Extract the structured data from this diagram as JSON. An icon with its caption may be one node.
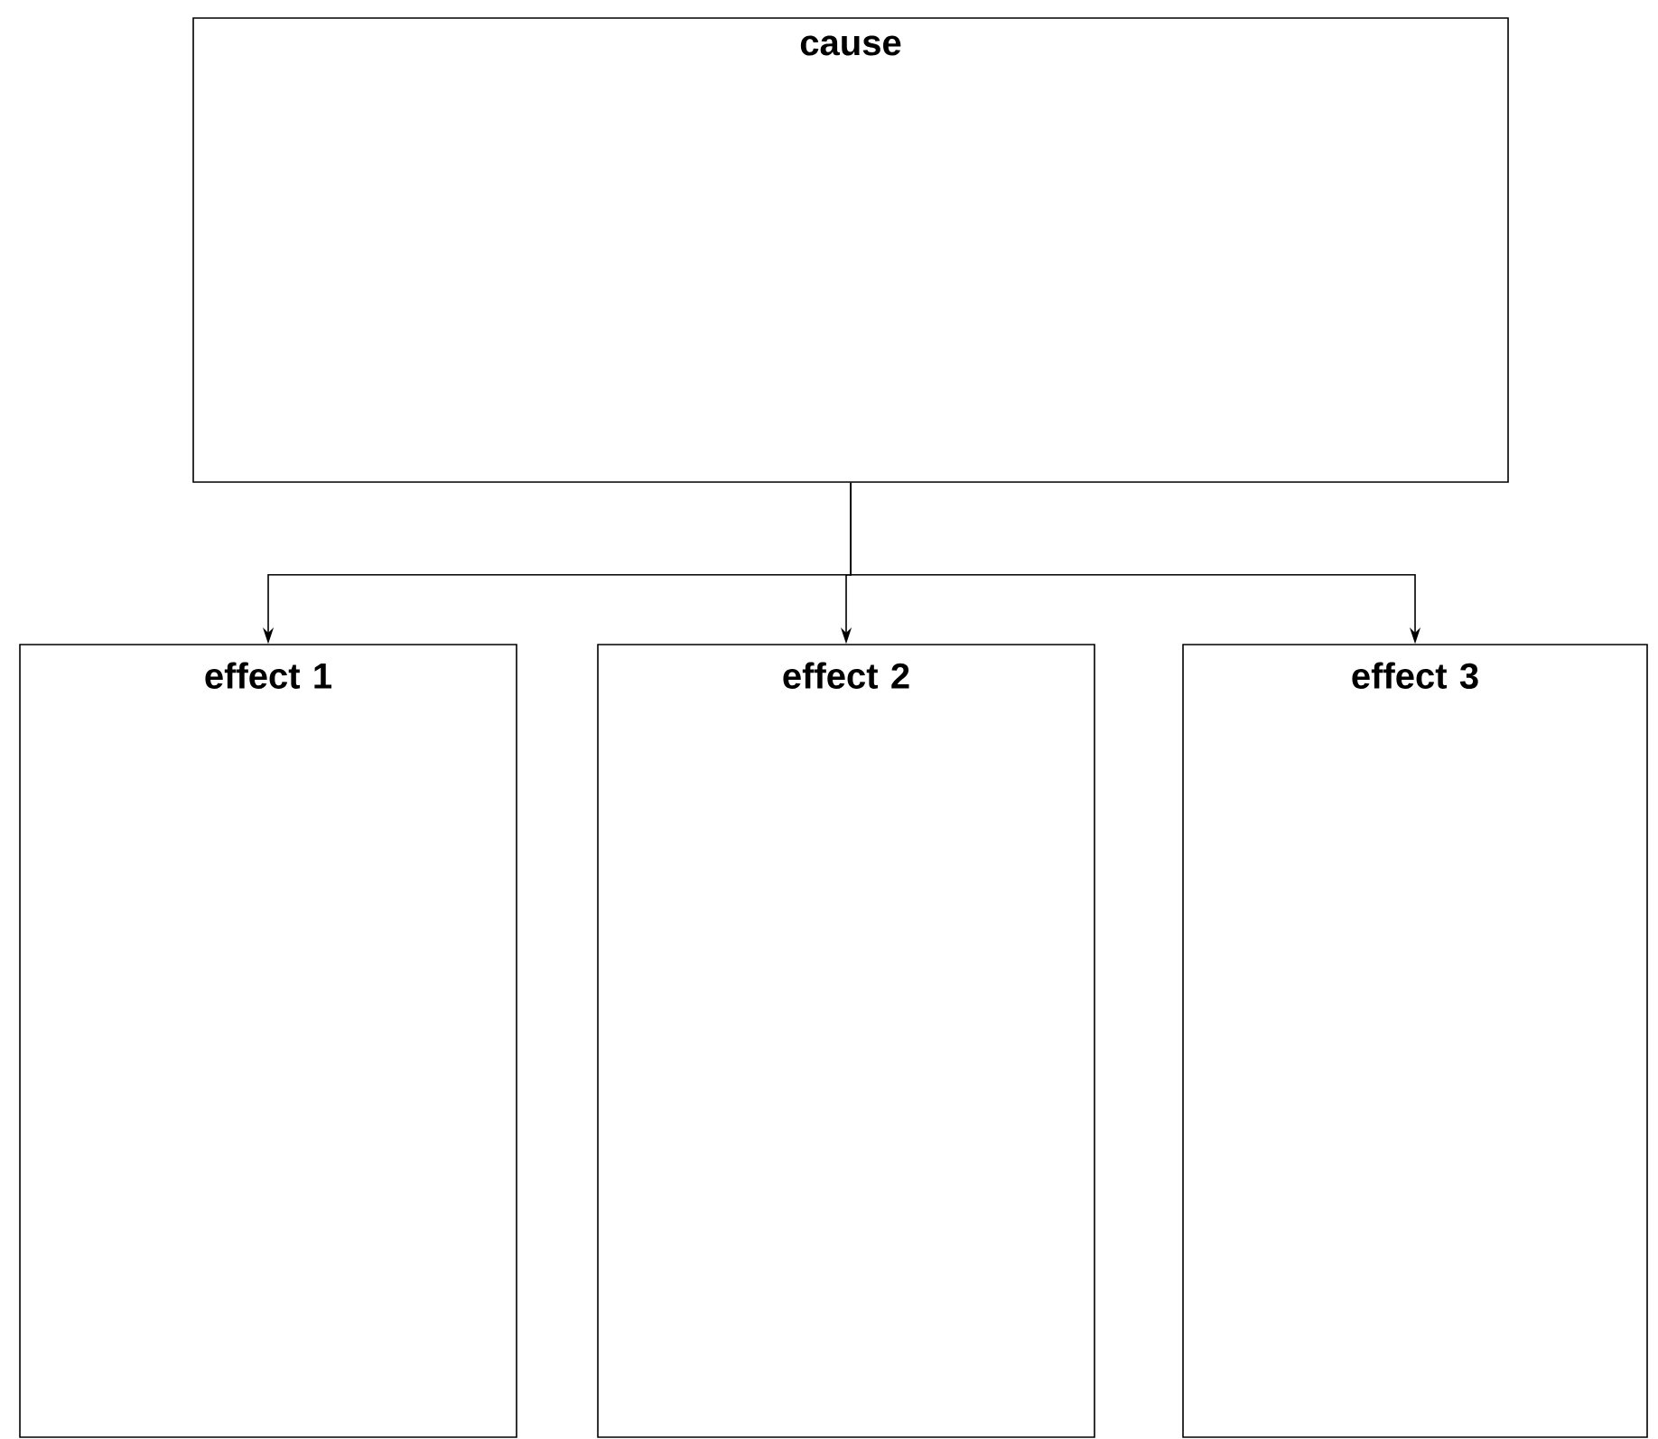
{
  "diagram": {
    "nodes": [
      {
        "text": [
          "cause"
        ]
      },
      {
        "text": [
          "effect 1"
        ]
      },
      {
        "text": [
          "effect 2"
        ]
      },
      {
        "text": [
          "effect 3"
        ]
      }
    ],
    "edges": [
      {
        "from": 0,
        "to": 1,
        "arrow": "to"
      },
      {
        "from": 0,
        "to": 2,
        "arrow": "to"
      },
      {
        "from": 0,
        "to": 3,
        "arrow": "to"
      }
    ]
  }
}
